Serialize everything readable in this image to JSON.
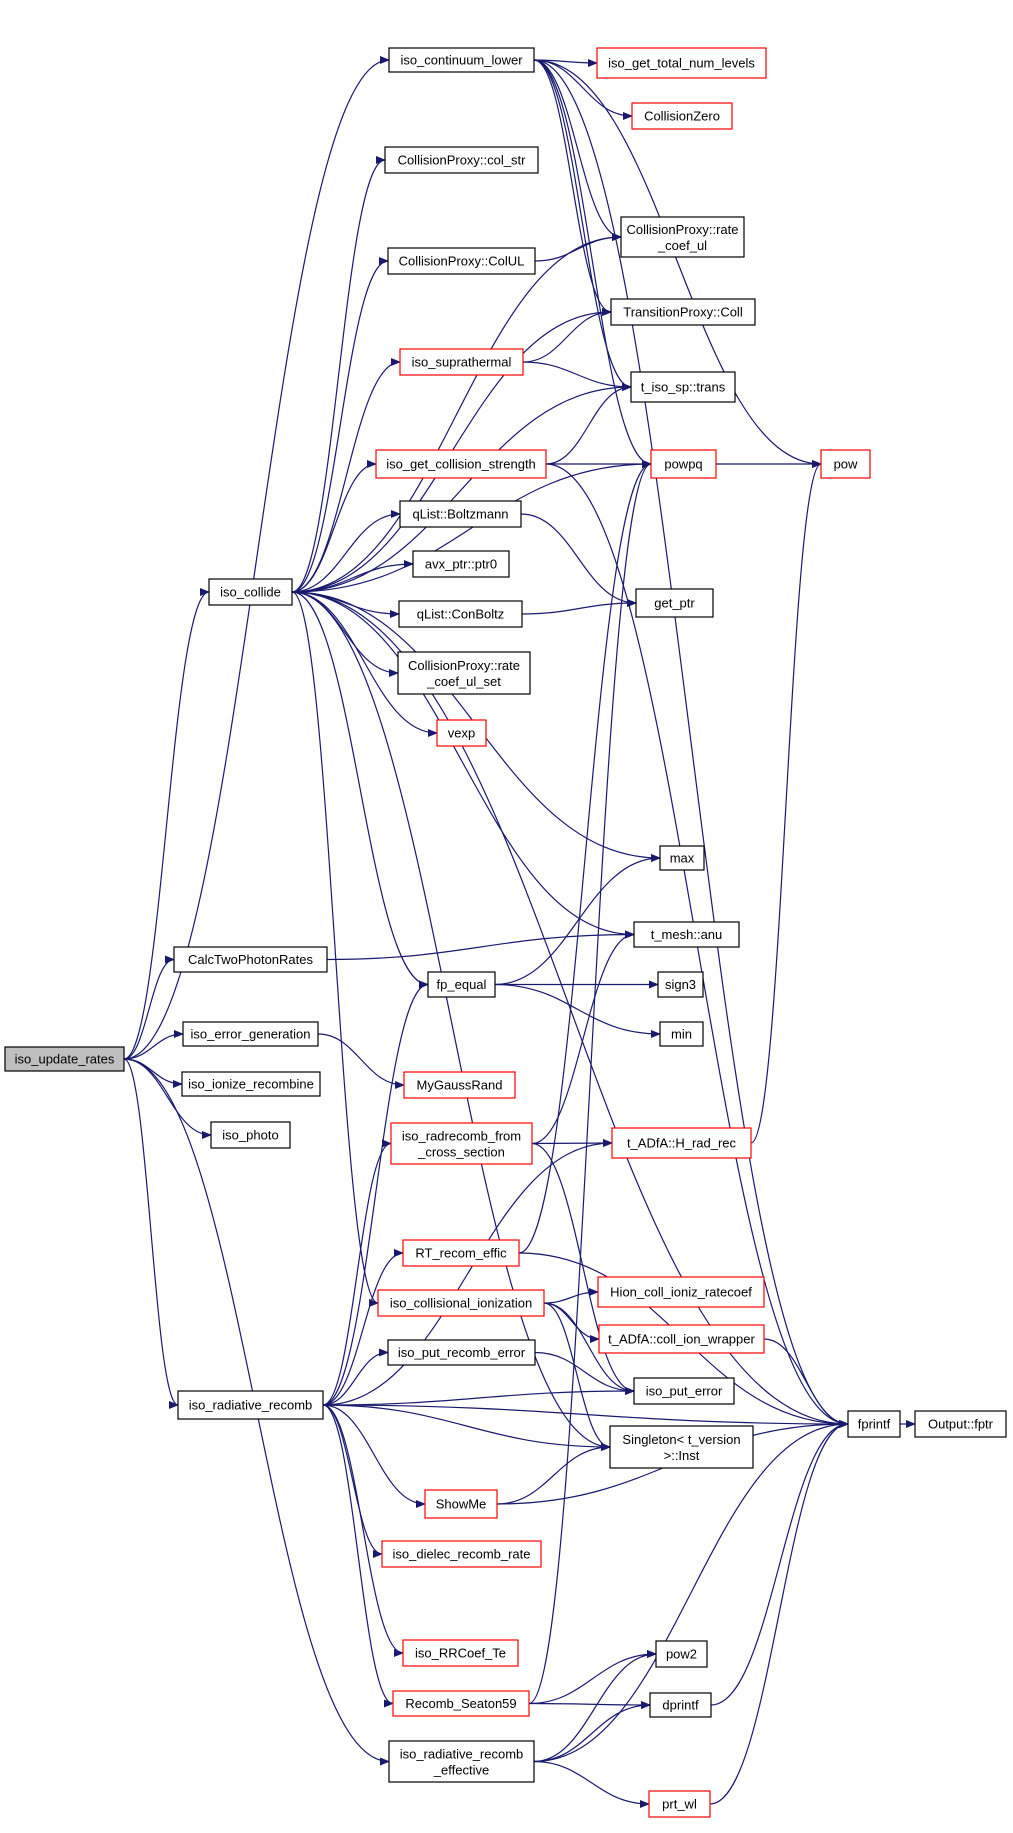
{
  "colors": {
    "edge": "#191970",
    "border_normal": "#000000",
    "border_truncated": "#ff0000",
    "root_fill": "#bfbfbf",
    "node_fill": "#ffffff"
  },
  "nodes": {
    "iso_update_rates": {
      "label": "iso_update_rates",
      "kind": "root"
    },
    "iso_continuum_lower": {
      "label": "iso_continuum_lower",
      "kind": "normal"
    },
    "iso_get_total_num_levels": {
      "label": "iso_get_total_num_levels",
      "kind": "truncated"
    },
    "CollisionZero": {
      "label": "CollisionZero",
      "kind": "truncated"
    },
    "col_str": {
      "label": "CollisionProxy::col_str",
      "kind": "normal"
    },
    "rate_coef_ul": {
      "label": [
        "CollisionProxy::rate",
        "_coef_ul"
      ],
      "kind": "normal"
    },
    "ColUL": {
      "label": "CollisionProxy::ColUL",
      "kind": "normal"
    },
    "Coll": {
      "label": "TransitionProxy::Coll",
      "kind": "normal"
    },
    "iso_suprathermal": {
      "label": "iso_suprathermal",
      "kind": "truncated"
    },
    "trans": {
      "label": "t_iso_sp::trans",
      "kind": "normal"
    },
    "iso_get_collision_strength": {
      "label": "iso_get_collision_strength",
      "kind": "truncated"
    },
    "powpq": {
      "label": "powpq",
      "kind": "truncated"
    },
    "pow": {
      "label": "pow",
      "kind": "truncated"
    },
    "Boltzmann": {
      "label": "qList::Boltzmann",
      "kind": "normal"
    },
    "iso_collide": {
      "label": "iso_collide",
      "kind": "normal"
    },
    "ptr0": {
      "label": "avx_ptr::ptr0",
      "kind": "normal"
    },
    "ConBoltz": {
      "label": "qList::ConBoltz",
      "kind": "normal"
    },
    "get_ptr": {
      "label": "get_ptr",
      "kind": "normal"
    },
    "rate_coef_ul_set": {
      "label": [
        "CollisionProxy::rate",
        "_coef_ul_set"
      ],
      "kind": "normal"
    },
    "vexp": {
      "label": "vexp",
      "kind": "truncated"
    },
    "max": {
      "label": "max",
      "kind": "normal"
    },
    "CalcTwoPhotonRates": {
      "label": "CalcTwoPhotonRates",
      "kind": "normal"
    },
    "anu": {
      "label": "t_mesh::anu",
      "kind": "normal"
    },
    "fp_equal": {
      "label": "fp_equal",
      "kind": "normal"
    },
    "sign3": {
      "label": "sign3",
      "kind": "normal"
    },
    "iso_error_generation": {
      "label": "iso_error_generation",
      "kind": "normal"
    },
    "min": {
      "label": "min",
      "kind": "normal"
    },
    "MyGaussRand": {
      "label": "MyGaussRand",
      "kind": "truncated"
    },
    "iso_ionize_recombine": {
      "label": "iso_ionize_recombine",
      "kind": "normal"
    },
    "iso_photo": {
      "label": "iso_photo",
      "kind": "normal"
    },
    "iso_radrecomb_from_cross_section": {
      "label": [
        "iso_radrecomb_from",
        "_cross_section"
      ],
      "kind": "truncated"
    },
    "H_rad_rec": {
      "label": "t_ADfA::H_rad_rec",
      "kind": "truncated"
    },
    "RT_recom_effic": {
      "label": "RT_recom_effic",
      "kind": "truncated"
    },
    "iso_collisional_ionization": {
      "label": "iso_collisional_ionization",
      "kind": "truncated"
    },
    "Hion_coll_ioniz_ratecoef": {
      "label": "Hion_coll_ioniz_ratecoef",
      "kind": "truncated"
    },
    "coll_ion_wrapper": {
      "label": "t_ADfA::coll_ion_wrapper",
      "kind": "truncated"
    },
    "iso_put_recomb_error": {
      "label": "iso_put_recomb_error",
      "kind": "normal"
    },
    "iso_put_error": {
      "label": "iso_put_error",
      "kind": "normal"
    },
    "iso_radiative_recomb": {
      "label": "iso_radiative_recomb",
      "kind": "normal"
    },
    "fprintf": {
      "label": "fprintf",
      "kind": "normal"
    },
    "fptr": {
      "label": "Output::fptr",
      "kind": "normal"
    },
    "Singleton": {
      "label": [
        "Singleton< t_version",
        ">::Inst"
      ],
      "kind": "normal"
    },
    "ShowMe": {
      "label": "ShowMe",
      "kind": "truncated"
    },
    "iso_dielec_recomb_rate": {
      "label": "iso_dielec_recomb_rate",
      "kind": "truncated"
    },
    "iso_RRCoef_Te": {
      "label": "iso_RRCoef_Te",
      "kind": "truncated"
    },
    "pow2": {
      "label": "pow2",
      "kind": "normal"
    },
    "Recomb_Seaton59": {
      "label": "Recomb_Seaton59",
      "kind": "truncated"
    },
    "dprintf": {
      "label": "dprintf",
      "kind": "normal"
    },
    "iso_radiative_recomb_effective": {
      "label": [
        "iso_radiative_recomb",
        "_effective"
      ],
      "kind": "normal"
    },
    "prt_wl": {
      "label": "prt_wl",
      "kind": "truncated"
    }
  },
  "edges": [
    [
      "iso_update_rates",
      "iso_continuum_lower"
    ],
    [
      "iso_update_rates",
      "iso_collide"
    ],
    [
      "iso_update_rates",
      "CalcTwoPhotonRates"
    ],
    [
      "iso_update_rates",
      "iso_error_generation"
    ],
    [
      "iso_update_rates",
      "iso_ionize_recombine"
    ],
    [
      "iso_update_rates",
      "iso_photo"
    ],
    [
      "iso_update_rates",
      "iso_radiative_recomb"
    ],
    [
      "iso_update_rates",
      "iso_radiative_recomb_effective"
    ],
    [
      "iso_continuum_lower",
      "iso_get_total_num_levels"
    ],
    [
      "iso_continuum_lower",
      "CollisionZero"
    ],
    [
      "iso_continuum_lower",
      "rate_coef_ul"
    ],
    [
      "iso_continuum_lower",
      "Coll"
    ],
    [
      "iso_continuum_lower",
      "trans"
    ],
    [
      "iso_continuum_lower",
      "powpq"
    ],
    [
      "iso_continuum_lower",
      "pow"
    ],
    [
      "iso_continuum_lower",
      "fprintf"
    ],
    [
      "iso_collide",
      "col_str"
    ],
    [
      "iso_collide",
      "rate_coef_ul"
    ],
    [
      "iso_collide",
      "ColUL"
    ],
    [
      "iso_collide",
      "Coll"
    ],
    [
      "iso_collide",
      "iso_suprathermal"
    ],
    [
      "iso_collide",
      "trans"
    ],
    [
      "iso_collide",
      "iso_get_collision_strength"
    ],
    [
      "iso_collide",
      "powpq"
    ],
    [
      "iso_collide",
      "Boltzmann"
    ],
    [
      "iso_collide",
      "ptr0"
    ],
    [
      "iso_collide",
      "ConBoltz"
    ],
    [
      "iso_collide",
      "rate_coef_ul_set"
    ],
    [
      "iso_collide",
      "vexp"
    ],
    [
      "iso_collide",
      "max"
    ],
    [
      "iso_collide",
      "anu"
    ],
    [
      "iso_collide",
      "fp_equal"
    ],
    [
      "iso_collide",
      "iso_collisional_ionization"
    ],
    [
      "iso_collide",
      "Singleton"
    ],
    [
      "iso_collide",
      "fprintf"
    ],
    [
      "ColUL",
      "rate_coef_ul"
    ],
    [
      "iso_suprathermal",
      "Coll"
    ],
    [
      "iso_suprathermal",
      "trans"
    ],
    [
      "iso_get_collision_strength",
      "trans"
    ],
    [
      "iso_get_collision_strength",
      "powpq"
    ],
    [
      "iso_get_collision_strength",
      "fprintf"
    ],
    [
      "powpq",
      "pow"
    ],
    [
      "Boltzmann",
      "get_ptr"
    ],
    [
      "ConBoltz",
      "get_ptr"
    ],
    [
      "CalcTwoPhotonRates",
      "anu"
    ],
    [
      "fp_equal",
      "max"
    ],
    [
      "fp_equal",
      "sign3"
    ],
    [
      "fp_equal",
      "min"
    ],
    [
      "iso_error_generation",
      "MyGaussRand"
    ],
    [
      "iso_radrecomb_from_cross_section",
      "anu"
    ],
    [
      "iso_radrecomb_from_cross_section",
      "H_rad_rec"
    ],
    [
      "iso_radrecomb_from_cross_section",
      "iso_put_error"
    ],
    [
      "H_rad_rec",
      "pow"
    ],
    [
      "RT_recom_effic",
      "powpq"
    ],
    [
      "RT_recom_effic",
      "fprintf"
    ],
    [
      "iso_collisional_ionization",
      "Hion_coll_ioniz_ratecoef"
    ],
    [
      "iso_collisional_ionization",
      "coll_ion_wrapper"
    ],
    [
      "iso_collisional_ionization",
      "iso_put_error"
    ],
    [
      "iso_collisional_ionization",
      "Singleton"
    ],
    [
      "coll_ion_wrapper",
      "fprintf"
    ],
    [
      "iso_put_recomb_error",
      "iso_put_error"
    ],
    [
      "iso_radiative_recomb",
      "fp_equal"
    ],
    [
      "iso_radiative_recomb",
      "iso_radrecomb_from_cross_section"
    ],
    [
      "iso_radiative_recomb",
      "H_rad_rec"
    ],
    [
      "iso_radiative_recomb",
      "RT_recom_effic"
    ],
    [
      "iso_radiative_recomb",
      "iso_put_recomb_error"
    ],
    [
      "iso_radiative_recomb",
      "iso_put_error"
    ],
    [
      "iso_radiative_recomb",
      "Singleton"
    ],
    [
      "iso_radiative_recomb",
      "ShowMe"
    ],
    [
      "iso_radiative_recomb",
      "iso_dielec_recomb_rate"
    ],
    [
      "iso_radiative_recomb",
      "iso_RRCoef_Te"
    ],
    [
      "iso_radiative_recomb",
      "Recomb_Seaton59"
    ],
    [
      "iso_radiative_recomb",
      "fprintf"
    ],
    [
      "ShowMe",
      "Singleton"
    ],
    [
      "ShowMe",
      "fprintf"
    ],
    [
      "Recomb_Seaton59",
      "powpq"
    ],
    [
      "Recomb_Seaton59",
      "pow2"
    ],
    [
      "Recomb_Seaton59",
      "dprintf"
    ],
    [
      "iso_radiative_recomb_effective",
      "pow2"
    ],
    [
      "iso_radiative_recomb_effective",
      "dprintf"
    ],
    [
      "iso_radiative_recomb_effective",
      "prt_wl"
    ],
    [
      "iso_radiative_recomb_effective",
      "fprintf"
    ],
    [
      "dprintf",
      "fprintf"
    ],
    [
      "prt_wl",
      "fprintf"
    ],
    [
      "fprintf",
      "fptr"
    ]
  ]
}
